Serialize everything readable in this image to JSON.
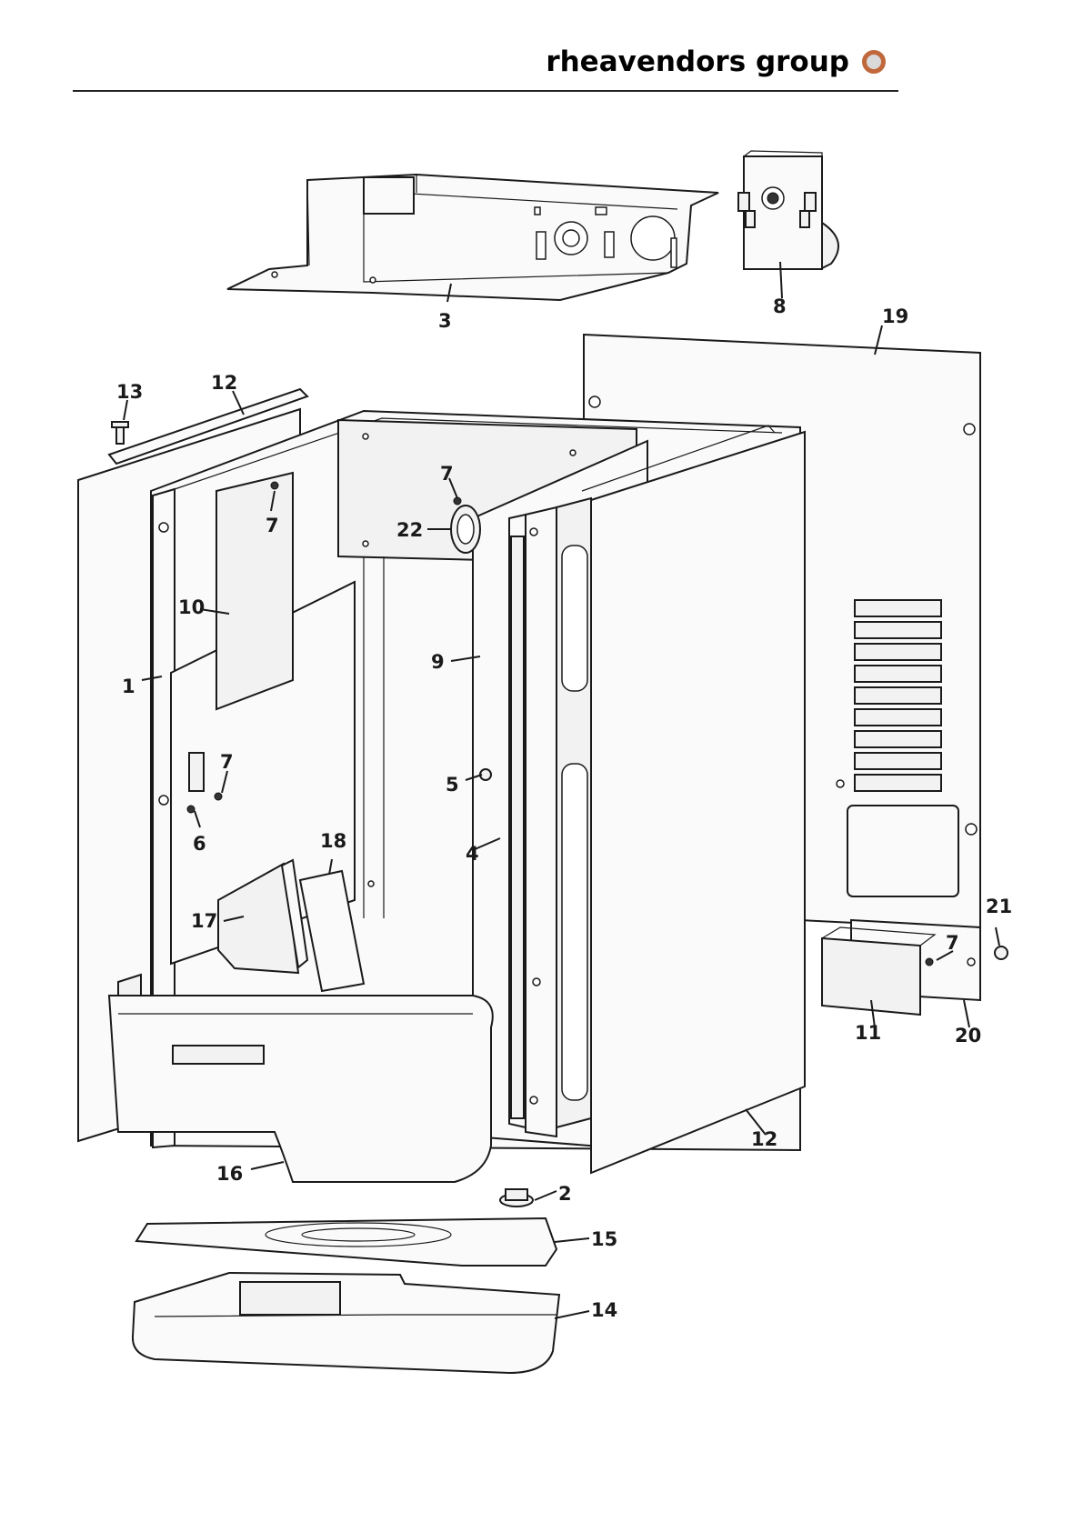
{
  "header": {
    "brand": "rheavendors group",
    "brand_color": "#c0683c"
  },
  "callouts": {
    "p1": "1",
    "p2": "2",
    "p3": "3",
    "p4": "4",
    "p5": "5",
    "p6": "6",
    "p7a": "7",
    "p7b": "7",
    "p7c": "7",
    "p7d": "7",
    "p8": "8",
    "p9": "9",
    "p10": "10",
    "p11": "11",
    "p12a": "12",
    "p12b": "12",
    "p13": "13",
    "p14": "14",
    "p15": "15",
    "p16": "16",
    "p17": "17",
    "p18": "18",
    "p19": "19",
    "p20": "20",
    "p21": "21",
    "p22": "22"
  }
}
